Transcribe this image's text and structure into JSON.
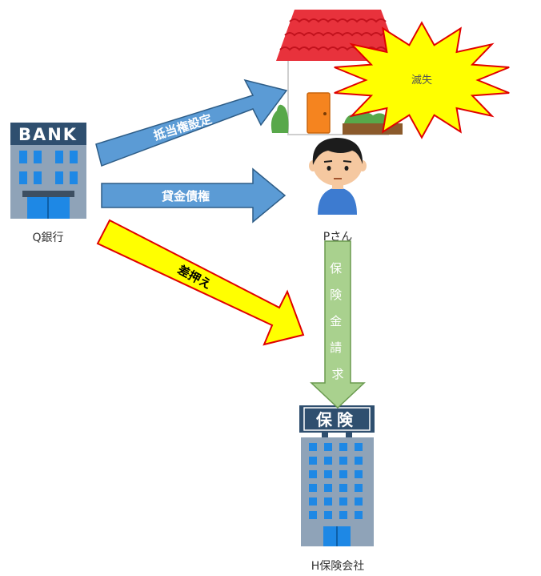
{
  "nodes": {
    "bank": {
      "sign": "BANK",
      "label": "Q銀行"
    },
    "person": {
      "label": "Pさん"
    },
    "insurer": {
      "sign": "保険",
      "label": "H保険会社"
    },
    "burst": {
      "label": "滅失"
    }
  },
  "arrows": {
    "mortgage": "抵当権設定",
    "loan": "貸金債権",
    "seizure": "差押え",
    "claim": "保険金請求"
  },
  "colors": {
    "blue_arrow": "#5b9bd5",
    "yellow": "#ffff00",
    "red_outline": "#e00000",
    "green_arrow": "#a9d18e",
    "roof": "#e8323c",
    "building": "#8fa3b8",
    "window": "#1e88e5"
  }
}
